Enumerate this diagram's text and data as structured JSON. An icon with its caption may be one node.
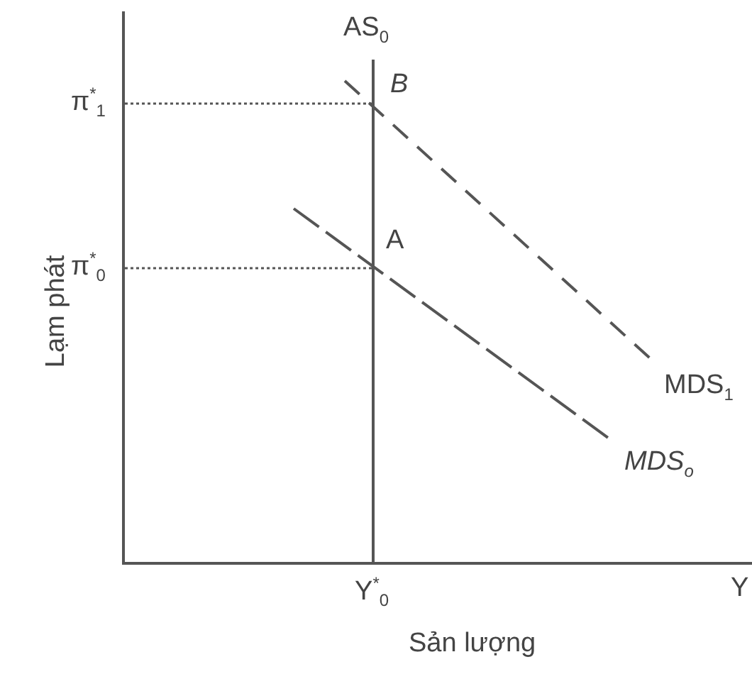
{
  "diagram": {
    "labels": [
      "AS$_{0}$",
      "π$^{*}$$_{1}$",
      "B",
      "A",
      "π$^{*}$$_{0}$",
      "Lạm phát",
      "MDS$_{1}$",
      "MDS$_{o}$",
      "Y$^{*}$$_{0}$",
      "Y",
      "Sản lượng"
    ]
  }
}
